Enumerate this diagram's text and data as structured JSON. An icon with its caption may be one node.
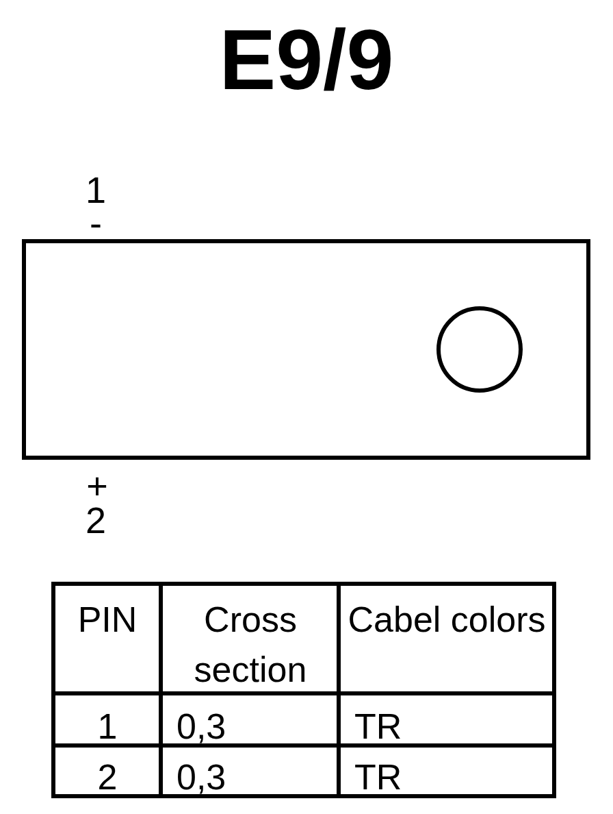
{
  "diagram": {
    "title": "E9/9",
    "labels": [
      "1",
      "-",
      "+",
      "2",
      "PIN",
      "Cross section",
      "Cabel colors",
      "1",
      "0,3",
      "TR",
      "2",
      "0,3",
      "TR"
    ]
  }
}
